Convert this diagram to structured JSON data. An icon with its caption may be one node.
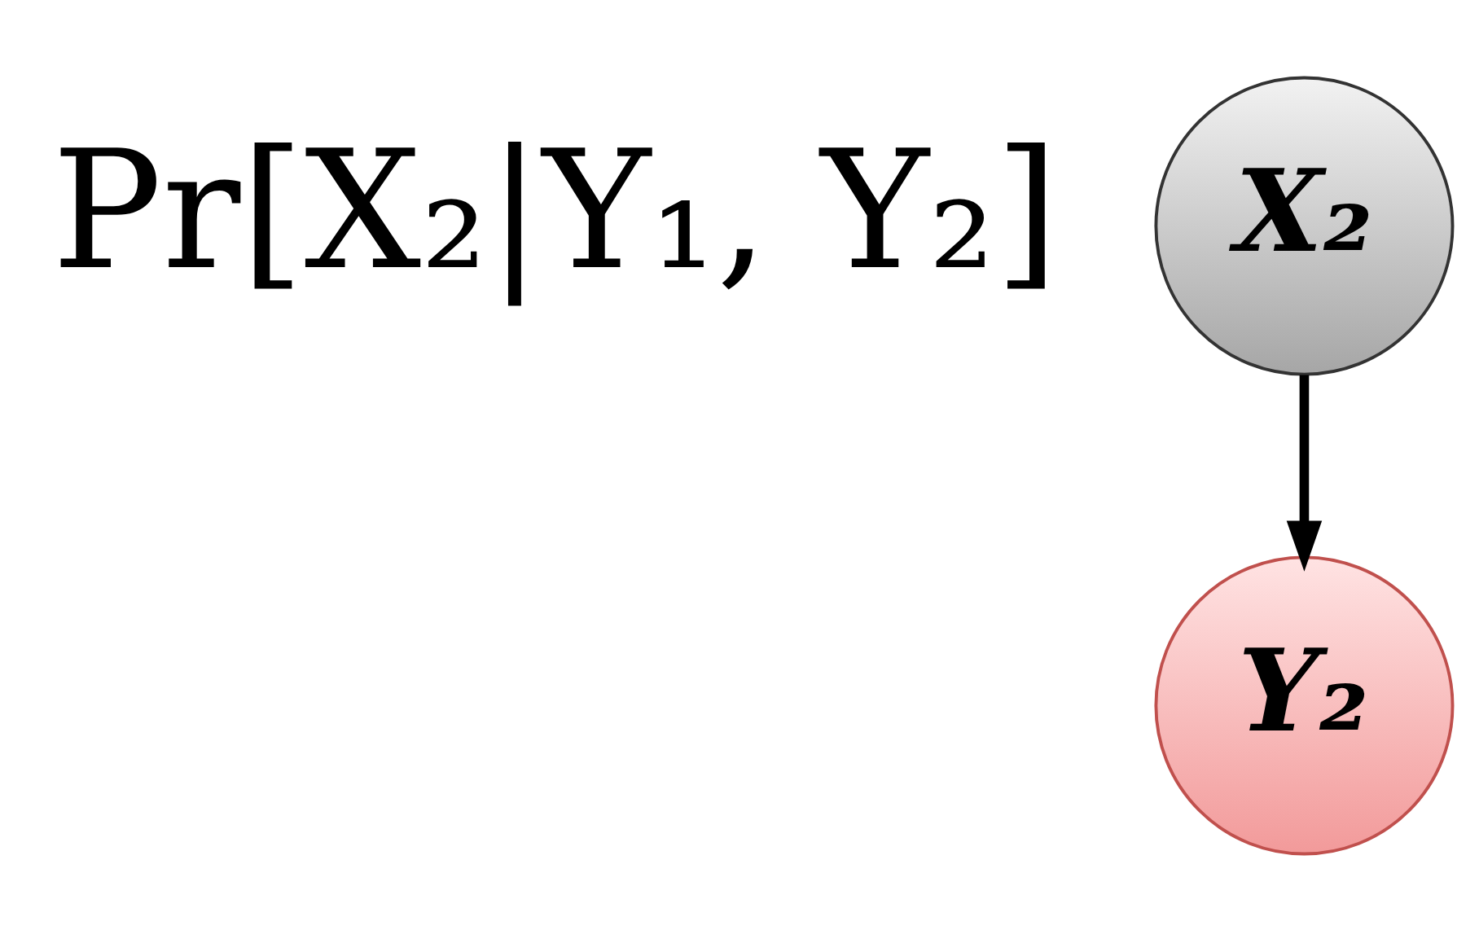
{
  "diagram": {
    "nodes": [
      {
        "text": [
          "X₂"
        ]
      },
      {
        "text": [
          "Y₂"
        ]
      }
    ],
    "edges": [
      {
        "from": 0,
        "to": 1,
        "arrow": "to"
      }
    ],
    "labels": [
      "Pr[X₂|Y₁, Y₂]"
    ]
  }
}
